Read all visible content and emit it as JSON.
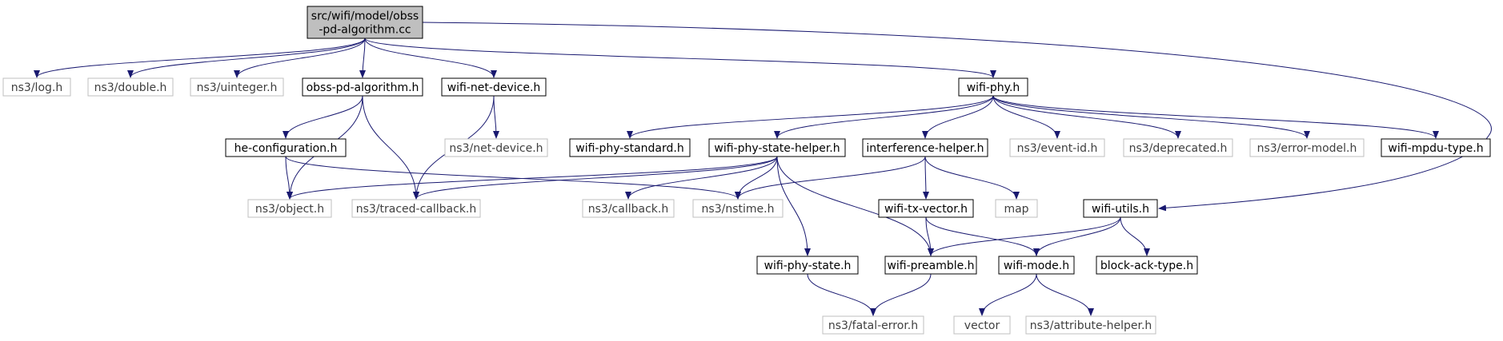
{
  "graph": {
    "nodes": [
      {
        "id": "root",
        "lines": [
          "src/wifi/model/obss",
          "-pd-algorithm.cc"
        ],
        "style": "root"
      },
      {
        "id": "log",
        "lines": [
          "ns3/log.h"
        ],
        "style": "external"
      },
      {
        "id": "double",
        "lines": [
          "ns3/double.h"
        ],
        "style": "external"
      },
      {
        "id": "uinteger",
        "lines": [
          "ns3/uinteger.h"
        ],
        "style": "external"
      },
      {
        "id": "obsspd",
        "lines": [
          "obss-pd-algorithm.h"
        ],
        "style": "local"
      },
      {
        "id": "netdev",
        "lines": [
          "wifi-net-device.h"
        ],
        "style": "local"
      },
      {
        "id": "wifiphy",
        "lines": [
          "wifi-phy.h"
        ],
        "style": "local"
      },
      {
        "id": "heconf",
        "lines": [
          "he-configuration.h"
        ],
        "style": "local"
      },
      {
        "id": "ns3netdev",
        "lines": [
          "ns3/net-device.h"
        ],
        "style": "external"
      },
      {
        "id": "phystd",
        "lines": [
          "wifi-phy-standard.h"
        ],
        "style": "local"
      },
      {
        "id": "physthelper",
        "lines": [
          "wifi-phy-state-helper.h"
        ],
        "style": "local"
      },
      {
        "id": "interf",
        "lines": [
          "interference-helper.h"
        ],
        "style": "local"
      },
      {
        "id": "eventid",
        "lines": [
          "ns3/event-id.h"
        ],
        "style": "external"
      },
      {
        "id": "deprecated",
        "lines": [
          "ns3/deprecated.h"
        ],
        "style": "external"
      },
      {
        "id": "errmodel",
        "lines": [
          "ns3/error-model.h"
        ],
        "style": "external"
      },
      {
        "id": "mpdutype",
        "lines": [
          "wifi-mpdu-type.h"
        ],
        "style": "local"
      },
      {
        "id": "object",
        "lines": [
          "ns3/object.h"
        ],
        "style": "external"
      },
      {
        "id": "traced",
        "lines": [
          "ns3/traced-callback.h"
        ],
        "style": "external"
      },
      {
        "id": "callback",
        "lines": [
          "ns3/callback.h"
        ],
        "style": "external"
      },
      {
        "id": "nstime",
        "lines": [
          "ns3/nstime.h"
        ],
        "style": "external"
      },
      {
        "id": "txvector",
        "lines": [
          "wifi-tx-vector.h"
        ],
        "style": "local"
      },
      {
        "id": "map",
        "lines": [
          "map"
        ],
        "style": "external"
      },
      {
        "id": "utils",
        "lines": [
          "wifi-utils.h"
        ],
        "style": "local"
      },
      {
        "id": "phystate",
        "lines": [
          "wifi-phy-state.h"
        ],
        "style": "local"
      },
      {
        "id": "preamble",
        "lines": [
          "wifi-preamble.h"
        ],
        "style": "local"
      },
      {
        "id": "mode",
        "lines": [
          "wifi-mode.h"
        ],
        "style": "local"
      },
      {
        "id": "blockack",
        "lines": [
          "block-ack-type.h"
        ],
        "style": "local"
      },
      {
        "id": "fatal",
        "lines": [
          "ns3/fatal-error.h"
        ],
        "style": "external"
      },
      {
        "id": "vector",
        "lines": [
          "vector"
        ],
        "style": "external"
      },
      {
        "id": "attrhelper",
        "lines": [
          "ns3/attribute-helper.h"
        ],
        "style": "external"
      }
    ],
    "edges": [
      [
        "root",
        "log"
      ],
      [
        "root",
        "double"
      ],
      [
        "root",
        "uinteger"
      ],
      [
        "root",
        "obsspd"
      ],
      [
        "root",
        "netdev"
      ],
      [
        "root",
        "wifiphy"
      ],
      [
        "root",
        "utils"
      ],
      [
        "obsspd",
        "heconf"
      ],
      [
        "obsspd",
        "object"
      ],
      [
        "obsspd",
        "traced"
      ],
      [
        "heconf",
        "object"
      ],
      [
        "heconf",
        "nstime"
      ],
      [
        "netdev",
        "ns3netdev"
      ],
      [
        "netdev",
        "traced"
      ],
      [
        "wifiphy",
        "phystd"
      ],
      [
        "wifiphy",
        "physthelper"
      ],
      [
        "wifiphy",
        "interf"
      ],
      [
        "wifiphy",
        "eventid"
      ],
      [
        "wifiphy",
        "deprecated"
      ],
      [
        "wifiphy",
        "errmodel"
      ],
      [
        "wifiphy",
        "mpdutype"
      ],
      [
        "physthelper",
        "object"
      ],
      [
        "physthelper",
        "traced"
      ],
      [
        "physthelper",
        "callback"
      ],
      [
        "physthelper",
        "nstime"
      ],
      [
        "physthelper",
        "phystate"
      ],
      [
        "physthelper",
        "preamble"
      ],
      [
        "interf",
        "nstime"
      ],
      [
        "interf",
        "txvector"
      ],
      [
        "interf",
        "map"
      ],
      [
        "txvector",
        "preamble"
      ],
      [
        "txvector",
        "mode"
      ],
      [
        "utils",
        "preamble"
      ],
      [
        "utils",
        "mode"
      ],
      [
        "utils",
        "blockack"
      ],
      [
        "phystate",
        "fatal"
      ],
      [
        "preamble",
        "fatal"
      ],
      [
        "mode",
        "vector"
      ],
      [
        "mode",
        "attrhelper"
      ]
    ],
    "colors": {
      "edge": "#191970",
      "root_fill": "#bfbfbf",
      "local_border": "#000000",
      "external_border": "#bfbfbf",
      "external_text": "#404040"
    }
  }
}
